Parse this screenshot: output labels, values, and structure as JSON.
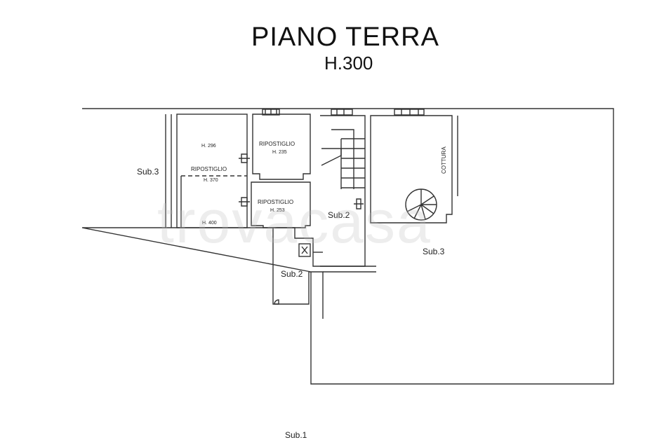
{
  "title": "PIANO TERRA",
  "floor_height": "H.300",
  "watermark": "trovacasa",
  "rooms": {
    "sub3_left": "Sub.3",
    "room_h296": "H. 296",
    "ripostiglio_a": "RIPOSTIGLIO",
    "ripostiglio_a_height": "H. 370",
    "room_h400": "H. 400",
    "ripostiglio_b": "RIPOSTIGLIO",
    "ripostiglio_b_height": "H. 235",
    "ripostiglio_c": "RIPOSTIGLIO",
    "ripostiglio_c_height": "H. 253",
    "sub2_upper": "Sub.2",
    "sub2_lower": "Sub.2",
    "cottura": "COTTURA",
    "sub3_right": "Sub.3",
    "sub1": "Sub.1"
  }
}
